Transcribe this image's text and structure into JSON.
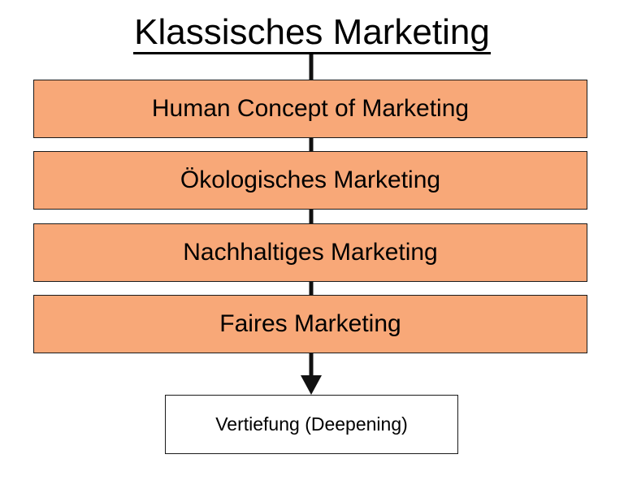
{
  "diagram": {
    "title": "Klassisches Marketing",
    "stages": [
      {
        "label": "Human Concept of Marketing"
      },
      {
        "label": "Ökologisches Marketing"
      },
      {
        "label": "Nachhaltiges Marketing"
      },
      {
        "label": "Faires Marketing"
      }
    ],
    "result": {
      "label": "Vertiefung (Deepening)"
    }
  },
  "colors": {
    "stage_fill": "#F8A878",
    "border": "#1A1A1A",
    "connector": "#111111",
    "text": "#000000"
  }
}
